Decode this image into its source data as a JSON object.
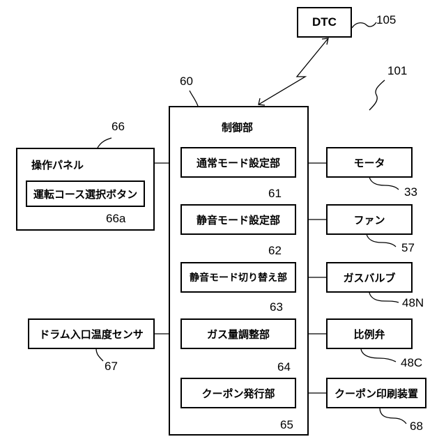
{
  "dtc": {
    "label": "DTC",
    "ref": "105"
  },
  "system_ref": "101",
  "controller": {
    "title": "制御部",
    "ref": "60",
    "units": [
      {
        "label": "通常モード設定部",
        "ref": "61"
      },
      {
        "label": "静音モード設定部",
        "ref": "62"
      },
      {
        "label": "静音モード切り替え部",
        "ref": "63"
      },
      {
        "label": "ガス量調整部",
        "ref": "64"
      },
      {
        "label": "クーポン発行部",
        "ref": "65"
      }
    ]
  },
  "operation_panel": {
    "label": "操作パネル",
    "ref": "66",
    "button": {
      "label": "運転コース選択ボタン",
      "ref": "66a"
    }
  },
  "drum_sensor": {
    "label": "ドラム入口温度センサ",
    "ref": "67"
  },
  "outputs": [
    {
      "label": "モータ",
      "ref": "33"
    },
    {
      "label": "ファン",
      "ref": "57"
    },
    {
      "label": "ガスバルブ",
      "ref": "48N"
    },
    {
      "label": "比例弁",
      "ref": "48C"
    },
    {
      "label": "クーポン印刷装置",
      "ref": "68"
    }
  ]
}
